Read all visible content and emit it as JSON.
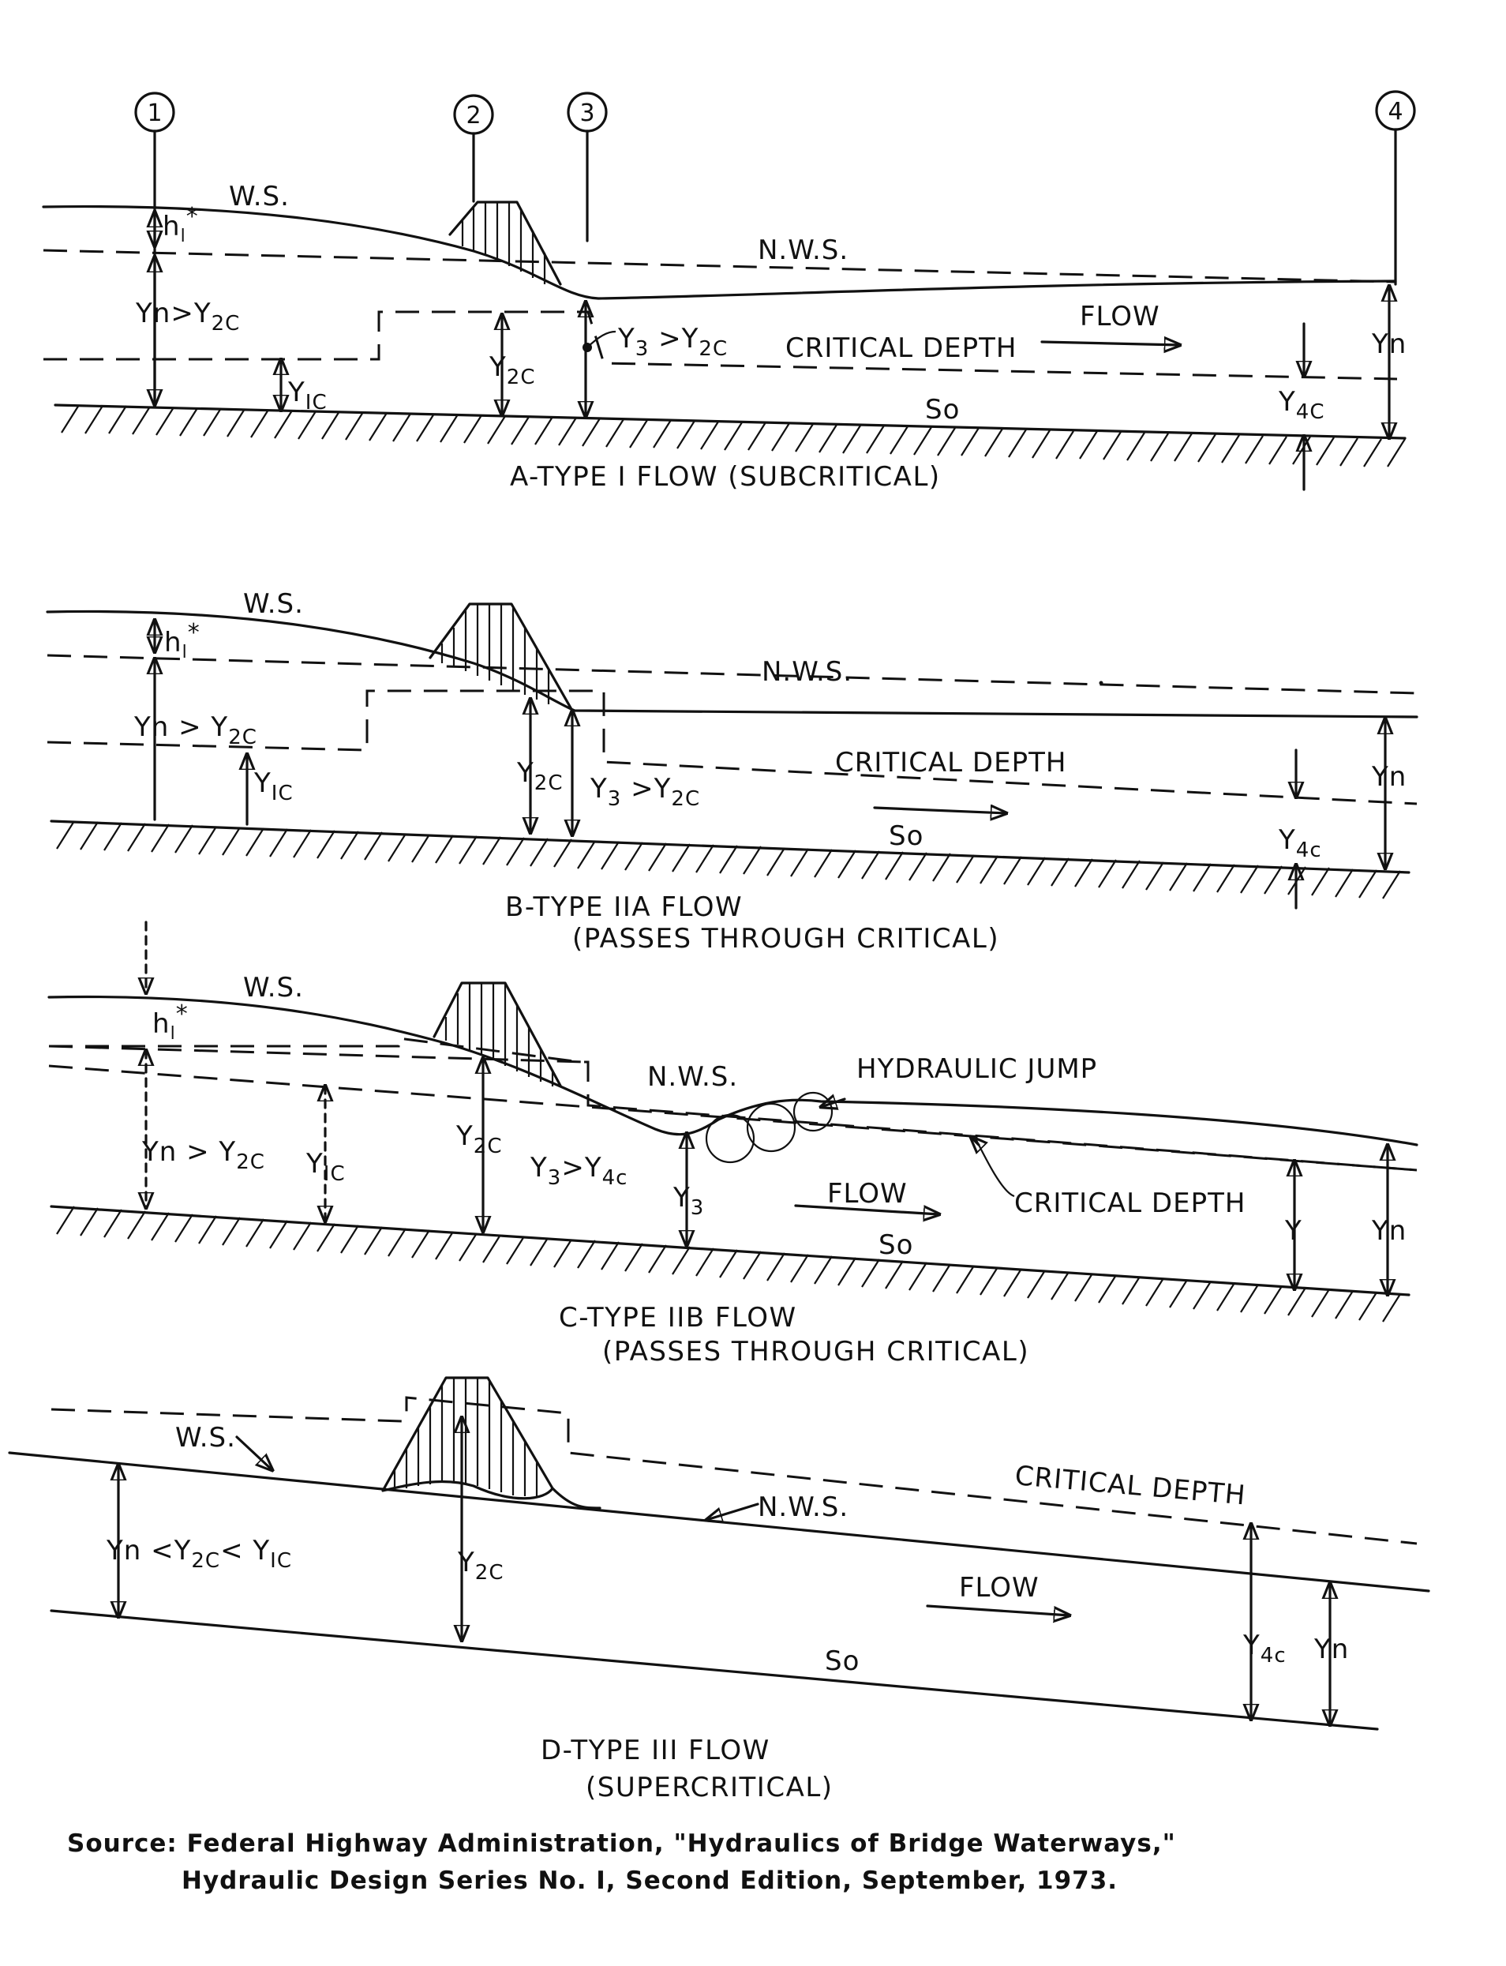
{
  "sections": {
    "a": {
      "markers": [
        "1",
        "2",
        "3",
        "4"
      ],
      "ws": "W.S.",
      "hl": "h",
      "hl_sub": "l",
      "hl_star": "*",
      "nws": "N.W.S.",
      "yn_main": "Yn",
      "yn_gt": ">Y",
      "yn_sub": "2C",
      "y1": "Y",
      "y1_sub": "IC",
      "y2": "Y",
      "y2_sub": "2C",
      "y3": "Y",
      "y3_sub": "3",
      "y3_gt": " >Y",
      "y3_gt_sub": "2C",
      "crit": "CRITICAL DEPTH",
      "flow": "FLOW",
      "so": "So",
      "y4": "Y",
      "y4_sub": "4C",
      "yn_right": "Yn",
      "caption": "A-TYPE I FLOW  (SUBCRITICAL)"
    },
    "b": {
      "ws": "W.S.",
      "hl": "h",
      "hl_sub": "l",
      "hl_star": "*",
      "nws": "N.W.S.",
      "yn_main": "Yn",
      "yn_gt": " > Y",
      "yn_sub": "2C",
      "y1": "Y",
      "y1_sub": "IC",
      "y2": "Y",
      "y2_sub": "2C",
      "y3": "Y",
      "y3_sub": "3",
      "y3_gt": " >Y",
      "y3_gt_sub": "2C",
      "crit": "CRITICAL  DEPTH",
      "so": "So",
      "y4": "Y",
      "y4_sub": "4c",
      "yn_right": "Yn",
      "caption": "B-TYPE IIA FLOW",
      "caption2": "(PASSES THROUGH CRITICAL)"
    },
    "c": {
      "ws": "W.S.",
      "hl": "h",
      "hl_sub": "l",
      "hl_star": "*",
      "nws": "N.W.S.",
      "jump": "HYDRAULIC  JUMP",
      "yn_main": "Yn",
      "yn_gt": " > Y",
      "yn_sub": "2C",
      "y1": "Y",
      "y1_sub": "IC",
      "y2": "Y",
      "y2_sub": "2C",
      "y3": "Y",
      "y3_sub": "3",
      "y3_gt": ">Y",
      "y3_gt_sub": "4c",
      "y3b": "Y",
      "y3b_sub": "3",
      "flow": "FLOW",
      "crit": "CRITICAL  DEPTH",
      "so": "So",
      "y": "Y",
      "yn_right": "Yn",
      "caption": "C-TYPE IIB FLOW",
      "caption2": "(PASSES THROUGH CRITICAL)"
    },
    "d": {
      "ws": "W.S.",
      "nws": "N.W.S.",
      "crit": "CRITICAL  DEPTH",
      "yn": "Yn <Y",
      "yn_sub": "2C",
      "yn_lt": "< Y",
      "yn_lt_sub": "IC",
      "y2": "Y",
      "y2_sub": "2C",
      "flow": "FLOW",
      "so": "So",
      "y4": "Y",
      "y4_sub": "4c",
      "yn_right": "Yn",
      "caption": "D-TYPE III FLOW",
      "caption2": "(SUPERCRITICAL)"
    }
  },
  "source": {
    "line1": "Source: Federal Highway Administration, \"Hydraulics of Bridge Waterways,\"",
    "line2": "Hydraulic Design Series No. I, Second Edition, September, 1973."
  }
}
